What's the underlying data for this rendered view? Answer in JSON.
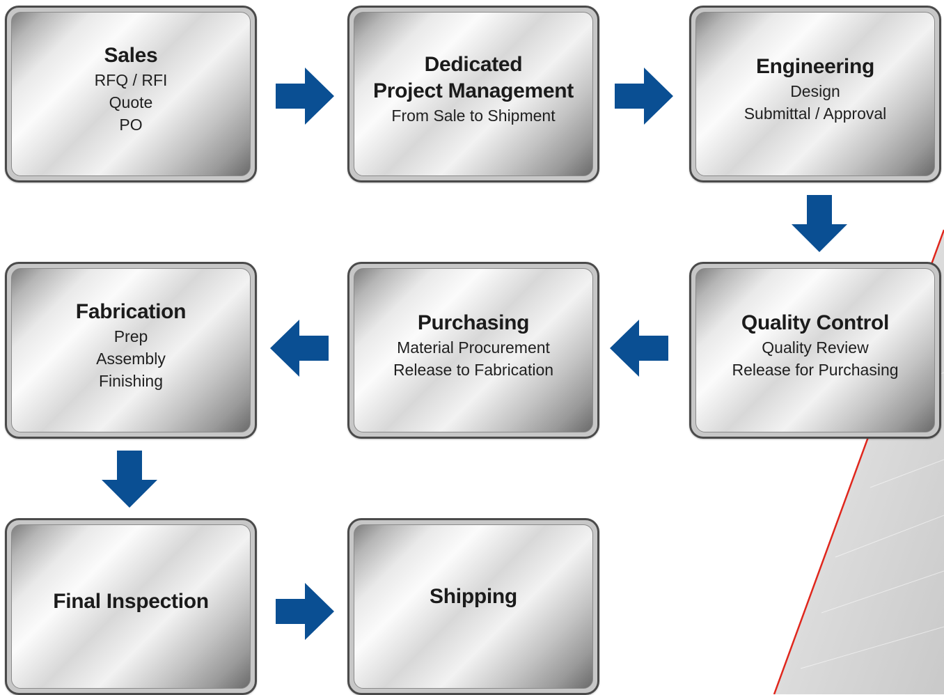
{
  "colors": {
    "arrow": "#0a4f93",
    "accent_line": "#e0261c",
    "box_border": "#4a4a4a",
    "text": "#1b1b1b"
  },
  "steps": {
    "sales": {
      "title": "Sales",
      "lines": [
        "RFQ / RFI",
        "Quote",
        "PO"
      ]
    },
    "project_management": {
      "title_lines": [
        "Dedicated",
        "Project Management"
      ],
      "lines": [
        "From Sale to Shipment"
      ]
    },
    "engineering": {
      "title": "Engineering",
      "lines": [
        "Design",
        "Submittal / Approval"
      ]
    },
    "quality_control": {
      "title": "Quality Control",
      "lines": [
        "Quality Review",
        "Release for Purchasing"
      ]
    },
    "purchasing": {
      "title": "Purchasing",
      "lines": [
        "Material Procurement",
        "Release to Fabrication"
      ]
    },
    "fabrication": {
      "title": "Fabrication",
      "lines": [
        "Prep",
        "Assembly",
        "Finishing"
      ]
    },
    "final_inspection": {
      "title": "Final Inspection"
    },
    "shipping": {
      "title": "Shipping"
    }
  },
  "arrows": [
    {
      "from": "Sales",
      "to": "Dedicated Project Management",
      "direction": "right"
    },
    {
      "from": "Dedicated Project Management",
      "to": "Engineering",
      "direction": "right"
    },
    {
      "from": "Engineering",
      "to": "Quality Control",
      "direction": "down"
    },
    {
      "from": "Quality Control",
      "to": "Purchasing",
      "direction": "left"
    },
    {
      "from": "Purchasing",
      "to": "Fabrication",
      "direction": "left"
    },
    {
      "from": "Fabrication",
      "to": "Final Inspection",
      "direction": "down"
    },
    {
      "from": "Final Inspection",
      "to": "Shipping",
      "direction": "right"
    }
  ]
}
